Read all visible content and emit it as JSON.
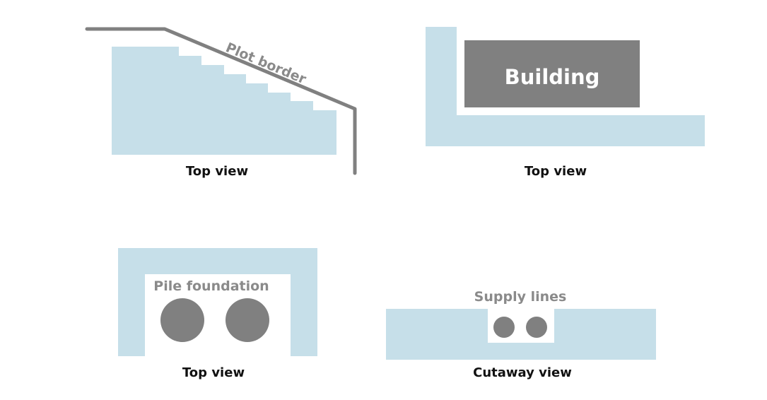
{
  "colors": {
    "light_blue": "#c6dfe9",
    "dark_grey": "#808080",
    "label_grey": "#8a8a8a",
    "caption_black": "#111111",
    "white": "#ffffff"
  },
  "panels": {
    "plot_border": {
      "border_label": "Plot border",
      "caption": "Top view"
    },
    "building": {
      "building_label": "Building",
      "caption": "Top view"
    },
    "pile_foundation": {
      "label": "Pile foundation",
      "caption": "Top view"
    },
    "supply_lines": {
      "label": "Supply lines",
      "caption": "Cutaway view"
    }
  }
}
